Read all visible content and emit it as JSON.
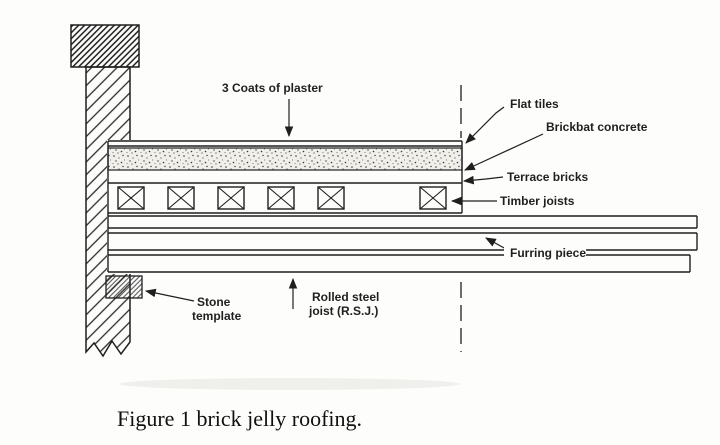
{
  "figure": {
    "caption": "Figure 1 brick jelly roofing."
  },
  "labels": {
    "plaster": "3 Coats of plaster",
    "flat_tiles": "Flat tiles",
    "brickbat_concrete": "Brickbat concrete",
    "terrace_bricks": "Terrace bricks",
    "timber_joists": "Timber joists",
    "furring_piece": "Furring piece",
    "stone_template": {
      "line1": "Stone",
      "line2": "template"
    },
    "rolled_steel_joist": {
      "line1": "Rolled steel",
      "line2": "joist (R.S.J.)"
    }
  },
  "colors": {
    "ink": "#1f1f1f",
    "paper": "#fdfdfc"
  }
}
